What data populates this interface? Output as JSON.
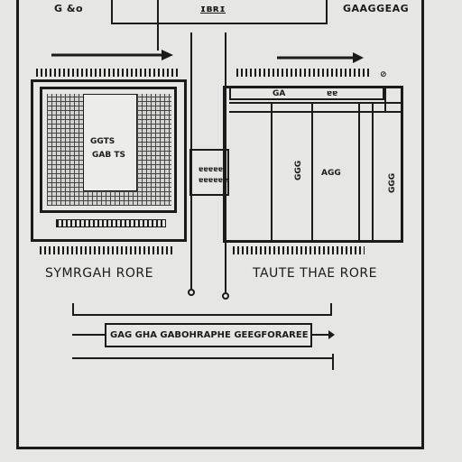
{
  "diagram": {
    "top": {
      "left_text": "G &o",
      "box_text": "ɪʙʀɪ",
      "right_text": "GAAGGEAG"
    },
    "left_panel": {
      "screen_line1": "GGTS",
      "screen_line2": "GAB TS",
      "caption": "SYMRGAH RORE"
    },
    "center_box": {
      "line1": "ɐɐɐɐɐ",
      "line2": "ɐɐɐɐɐɐ"
    },
    "right_panel": {
      "header_left": "GA",
      "header_right": "ɐɐ",
      "mid_text": "AGG",
      "col_left_text": "GGG",
      "col_right_text": "GGG",
      "caption": "TAUTE   THAE RORE"
    },
    "bottom_bar_text": "GAG GHA GABOHRAPHE GEEGFORAREE"
  }
}
